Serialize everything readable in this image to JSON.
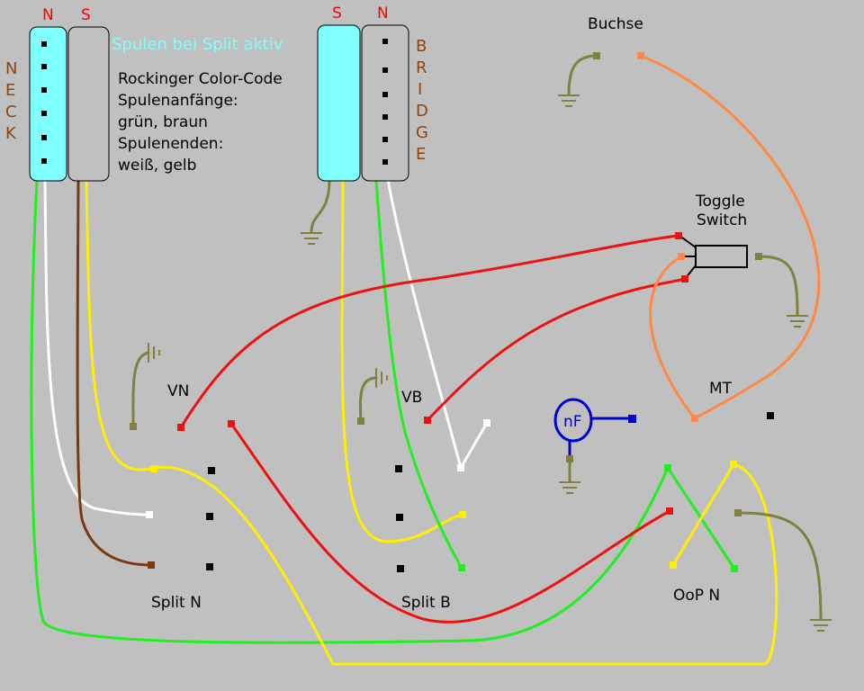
{
  "pickups": {
    "neck": {
      "coil_left": "N",
      "coil_right": "S",
      "side_label": [
        "N",
        "E",
        "C",
        "K"
      ]
    },
    "bridge": {
      "coil_left": "S",
      "coil_right": "N",
      "side_label": [
        "B",
        "R",
        "I",
        "D",
        "G",
        "E"
      ]
    }
  },
  "notes": {
    "split_active": "Spulen bei Split aktiv",
    "lines": [
      "Rockinger Color-Code",
      "Spulenanfänge:",
      "grün, braun",
      "Spulenenden:",
      "weiß, gelb"
    ]
  },
  "labels": {
    "jack": "Buchse",
    "toggle_line1": "Toggle",
    "toggle_line2": "Switch",
    "vol_neck": "VN",
    "vol_bridge": "VB",
    "master_tone": "MT",
    "capacitor": "nF",
    "split_neck": "Split N",
    "split_bridge": "Split B",
    "out_of_phase": "OoP N"
  },
  "colors": {
    "background": "#c0c0c0",
    "cyan_coil": "#7fffff",
    "red_wire": "#ee1111",
    "green_wire": "#22ee22",
    "yellow_wire": "#ffee00",
    "white_wire": "#ffffff",
    "brown_wire": "#7a3a10",
    "orange_wire": "#ff8844",
    "ground": "#808040",
    "cap_blue": "#0000cc"
  }
}
